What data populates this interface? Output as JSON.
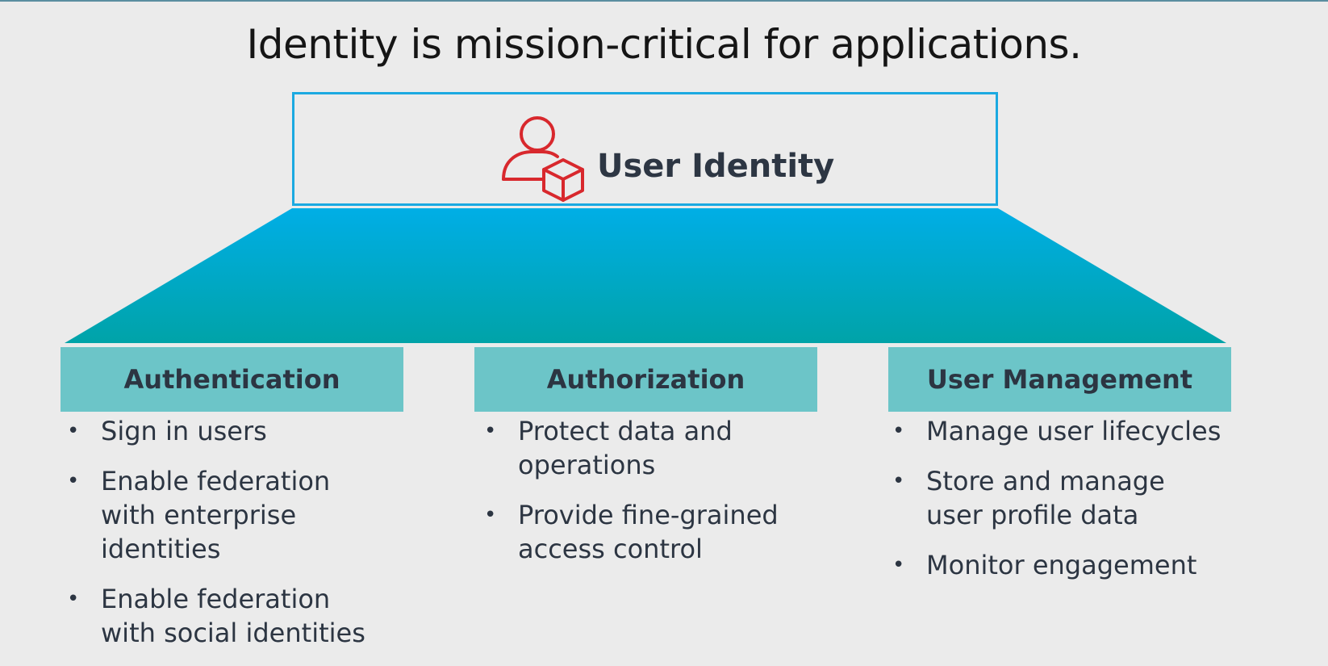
{
  "slide": {
    "title": "Identity is mission-critical for applications."
  },
  "identity": {
    "label": "User Identity",
    "icon": "user-identity-icon",
    "icon_color": "#d8282d",
    "border_color": "#1ba9e1"
  },
  "colors": {
    "trapezoid_top": "#00aee6",
    "trapezoid_bottom": "#00a3a8",
    "header_fill": "#6cc5c8",
    "text": "#2c3542"
  },
  "columns": [
    {
      "header": "Authentication",
      "items": [
        "Sign in users",
        "Enable federation with enterprise identities",
        "Enable federation with social identities"
      ]
    },
    {
      "header": "Authorization",
      "items": [
        "Protect data and operations",
        "Provide fine-grained access control"
      ]
    },
    {
      "header": "User Management",
      "items": [
        "Manage user lifecycles",
        "Store and manage user profile data",
        "Monitor engagement"
      ]
    }
  ]
}
